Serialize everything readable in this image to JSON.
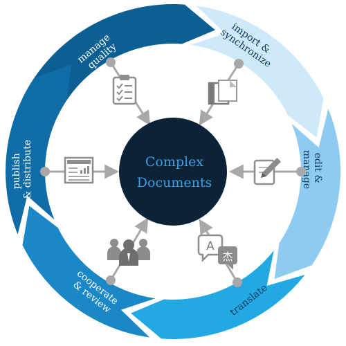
{
  "center": {
    "line1": "Complex",
    "line2": "Documents",
    "fill": "#0c2236",
    "text_color": "#3aa0e6"
  },
  "segments": [
    {
      "id": "manage-quality",
      "line1": "manage",
      "line2": "quality",
      "color": "#0b5f93"
    },
    {
      "id": "import-sync",
      "line1": "import &",
      "line2": "synchronize",
      "color": "#cde9fa"
    },
    {
      "id": "edit-manage",
      "line1": "edit &",
      "line2": "manage",
      "color": "#8ecbf0"
    },
    {
      "id": "translate",
      "line1": "translate",
      "line2": "",
      "color": "#22a9e3"
    },
    {
      "id": "cooperate-review",
      "line1": "cooperate",
      "line2": "& review",
      "color": "#1a87c7"
    },
    {
      "id": "publish-distribute",
      "line1": "publish",
      "line2": "& distribute",
      "color": "#0f6ca6"
    }
  ],
  "icons": [
    {
      "name": "clipboard-checklist-icon"
    },
    {
      "name": "document-import-icon"
    },
    {
      "name": "edit-document-pencil-icon"
    },
    {
      "name": "translate-bubbles-icon"
    },
    {
      "name": "people-group-icon"
    },
    {
      "name": "newspaper-chart-icon"
    }
  ],
  "connector_color": "#a8a8a8"
}
